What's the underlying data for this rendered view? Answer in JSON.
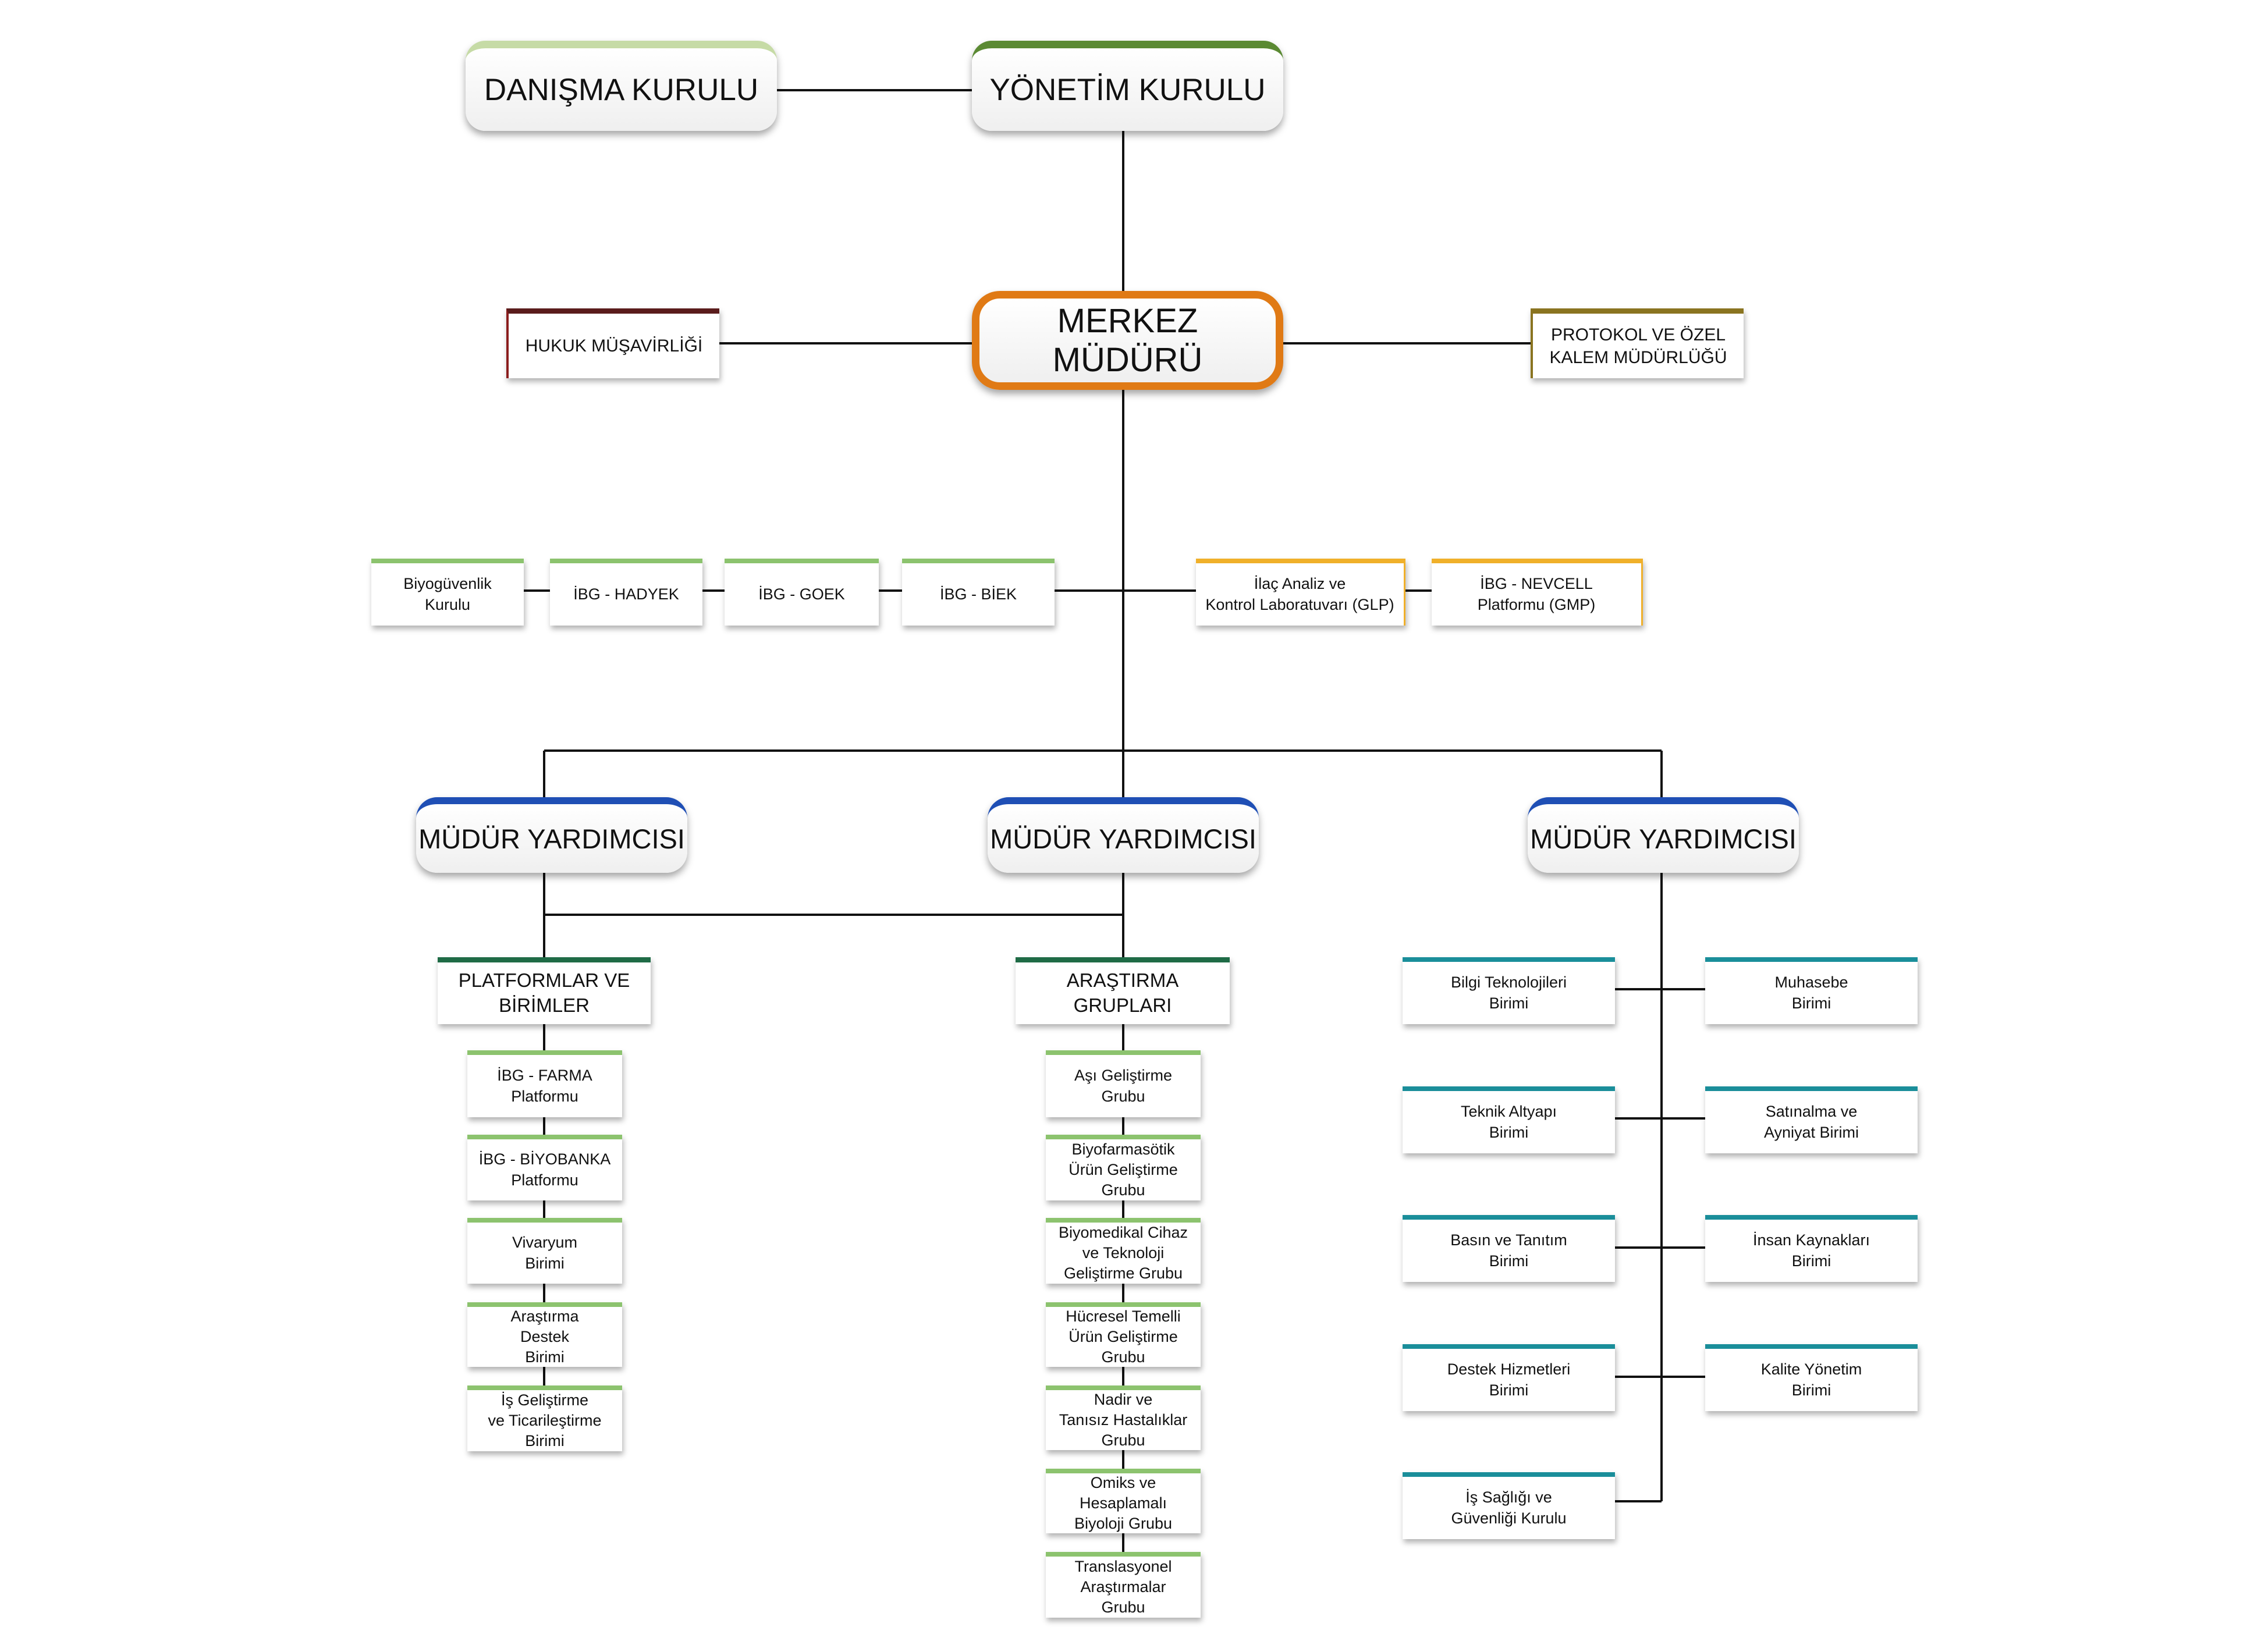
{
  "colors": {
    "danisma": "#c6dba6",
    "yonetim_a": "#7ab241",
    "yonetim_b": "#3c5f2a",
    "merkez_a": "#f3a21b",
    "merkez_b": "#c9360b",
    "hukuk_a": "#8a1d1d",
    "hukuk_b": "#2a2a2a",
    "protokol": "#8a7420",
    "green_box": "#8cc36e",
    "orange_box": "#f0b02a",
    "blue_a": "#0d2f86",
    "blue_b": "#6aa0e5",
    "dark_green_hdr": "#1f6b46",
    "teal": "#1a8e9a",
    "line": "#111111"
  },
  "top": {
    "danisma": "DANIŞMA KURULU",
    "yonetim": "YÖNETİM KURULU",
    "merkez": "MERKEZ MÜDÜRÜ",
    "hukuk": "HUKUK MÜŞAVİRLİĞİ",
    "protokol": "PROTOKOL VE ÖZEL\nKALEM MÜDÜRLÜĞÜ"
  },
  "units_left": [
    "Biyogüvenlik\nKurulu",
    "İBG - HADYEK",
    "İBG - GOEK",
    "İBG - BİEK"
  ],
  "units_right": [
    "İlaç Analiz ve\nKontrol Laboratuvarı (GLP)",
    "İBG - NEVCELL\nPlatformu (GMP)"
  ],
  "deputies": [
    "MÜDÜR YARDIMCISI",
    "MÜDÜR YARDIMCISI",
    "MÜDÜR YARDIMCISI"
  ],
  "platforms": {
    "header": "PLATFORMLAR VE\nBİRİMLER",
    "items": [
      "İBG - FARMA\nPlatformu",
      "İBG - BİYOBANKA\nPlatformu",
      "Vivaryum\nBirimi",
      "Araştırma\nDestek\nBirimi",
      "İş Geliştirme\nve Ticarileştirme\nBirimi"
    ]
  },
  "research": {
    "header": "ARAŞTIRMA\nGRUPLARI",
    "items": [
      "Aşı Geliştirme\nGrubu",
      "Biyofarmasötik\nÜrün Geliştirme\nGrubu",
      "Biyomedikal Cihaz\nve Teknoloji\nGeliştirme Grubu",
      "Hücresel Temelli\nÜrün Geliştirme\nGrubu",
      "Nadir ve\nTanısız Hastalıklar\nGrubu",
      "Omiks ve\nHesaplamalı\nBiyoloji Grubu",
      "Translasyonel\nAraştırmalar\nGrubu"
    ]
  },
  "admin": {
    "left": [
      "Bilgi Teknolojileri\nBirimi",
      "Teknik Altyapı\nBirimi",
      "Basın ve Tanıtım\nBirimi",
      "Destek Hizmetleri\nBirimi",
      "İş Sağlığı ve\nGüvenliği Kurulu"
    ],
    "right": [
      "Muhasebe\nBirimi",
      "Satınalma ve\nAyniyat Birimi",
      "İnsan Kaynakları\nBirimi",
      "Kalite Yönetim\nBirimi"
    ]
  }
}
